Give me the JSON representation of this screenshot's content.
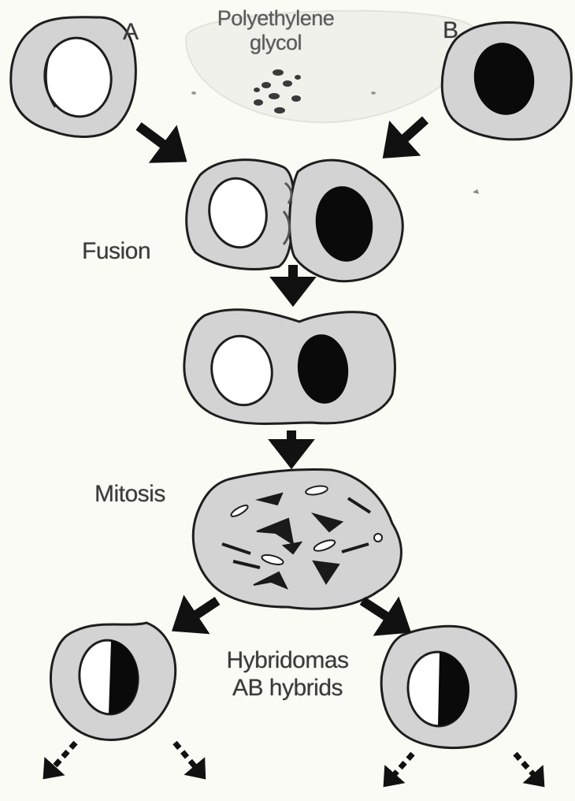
{
  "labels": {
    "cell_a": "A",
    "cell_b": "B",
    "peg_line1": "Polyethylene",
    "peg_line2": "glycol",
    "fusion": "Fusion",
    "mitosis": "Mitosis",
    "hybrid_line1": "Hybridomas",
    "hybrid_line2": "AB hybrids"
  },
  "colors": {
    "cytoplasm": "#d3d3d3",
    "outline": "#1e1e1e",
    "nucleus_a": "#ffffff",
    "nucleus_b": "#0a0a0a",
    "peg_fill": "#f1f1ec",
    "background": "#fbfbf5"
  }
}
